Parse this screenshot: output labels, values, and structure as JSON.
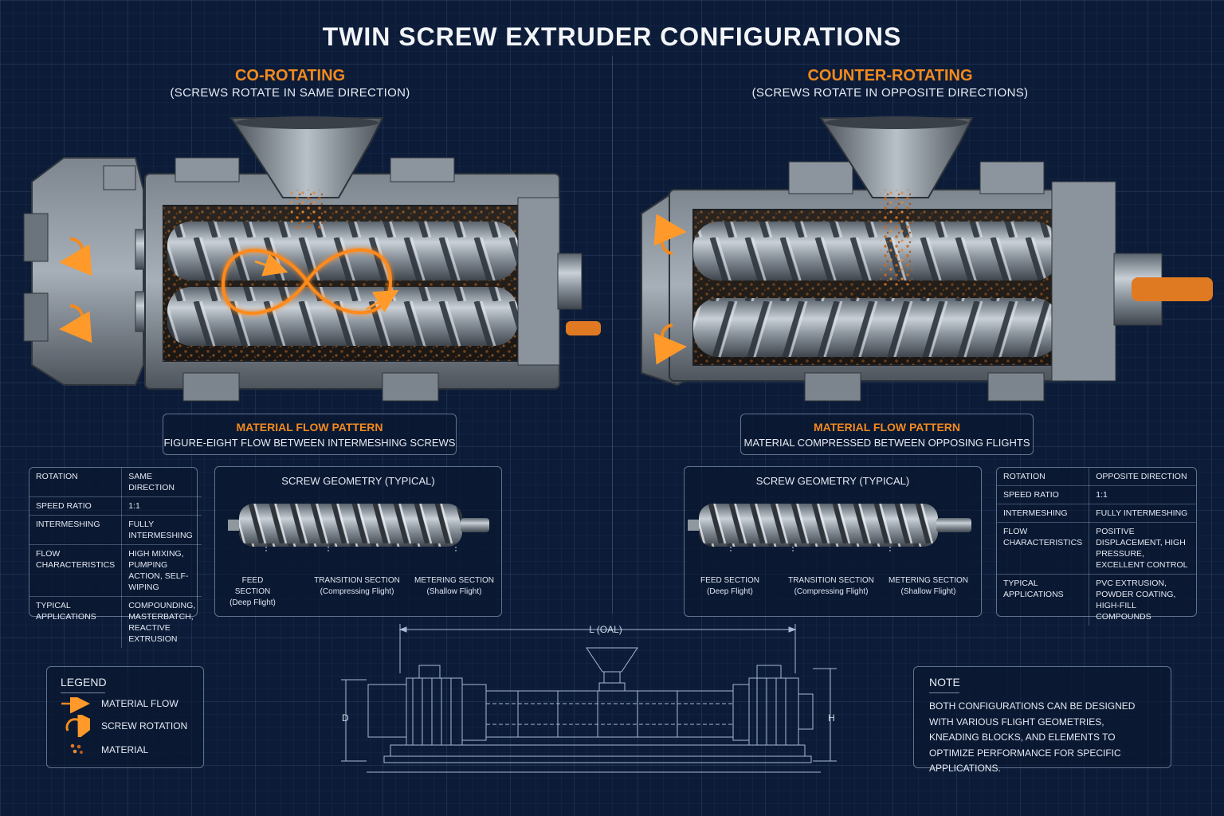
{
  "title": "TWIN SCREW EXTRUDER CONFIGURATIONS",
  "co": {
    "heading": "CO-ROTATING",
    "subheading": "(SCREWS ROTATE IN SAME DIRECTION)",
    "flow": {
      "heading": "MATERIAL FLOW PATTERN",
      "text": "FIGURE-EIGHT FLOW BETWEEN INTERMESHING SCREWS"
    },
    "specs": [
      {
        "key": "ROTATION",
        "value": "SAME DIRECTION"
      },
      {
        "key": "SPEED RATIO",
        "value": "1:1"
      },
      {
        "key": "INTERMESHING",
        "value": "FULLY INTERMESHING"
      },
      {
        "key": "FLOW CHARACTERISTICS",
        "value": "HIGH MIXING, PUMPING ACTION, SELF-WIPING"
      },
      {
        "key": "TYPICAL APPLICATIONS",
        "value": "COMPOUNDING, MASTERBATCH, REACTIVE EXTRUSION"
      }
    ],
    "geometry": {
      "title": "SCREW GEOMETRY (TYPICAL)",
      "sections": [
        {
          "name": "FEED SECTION",
          "detail": "(Deep Flight)"
        },
        {
          "name": "TRANSITION SECTION",
          "detail": "(Compressing Flight)"
        },
        {
          "name": "METERING SECTION",
          "detail": "(Shallow Flight)"
        }
      ]
    }
  },
  "counter": {
    "heading": "COUNTER-ROTATING",
    "subheading": "(SCREWS ROTATE IN OPPOSITE DIRECTIONS)",
    "flow": {
      "heading": "MATERIAL FLOW PATTERN",
      "text": "MATERIAL COMPRESSED BETWEEN OPPOSING FLIGHTS"
    },
    "specs": [
      {
        "key": "ROTATION",
        "value": "OPPOSITE DIRECTION"
      },
      {
        "key": "SPEED RATIO",
        "value": "1:1"
      },
      {
        "key": "INTERMESHING",
        "value": "FULLY INTERMESHING"
      },
      {
        "key": "FLOW CHARACTERISTICS",
        "value": "POSITIVE DISPLACEMENT, HIGH PRESSURE, EXCELLENT CONTROL"
      },
      {
        "key": "TYPICAL APPLICATIONS",
        "value": "PVC EXTRUSION, POWDER COATING, HIGH-FILL COMPOUNDS"
      }
    ],
    "geometry": {
      "title": "SCREW GEOMETRY (TYPICAL)",
      "sections": [
        {
          "name": "FEED SECTION",
          "detail": "(Deep Flight)"
        },
        {
          "name": "TRANSITION SECTION",
          "detail": "(Compressing Flight)"
        },
        {
          "name": "METERING SECTION",
          "detail": "(Shallow Flight)"
        }
      ]
    }
  },
  "legend": {
    "title": "LEGEND",
    "items": [
      "MATERIAL FLOW",
      "SCREW ROTATION",
      "MATERIAL"
    ]
  },
  "drawing": {
    "length_label": "L (OAL)",
    "d_label": "D",
    "h_label": "H"
  },
  "note": {
    "title": "NOTE",
    "text": "BOTH CONFIGURATIONS CAN BE DESIGNED WITH VARIOUS FLIGHT GEOMETRIES, KNEADING BLOCKS, AND ELEMENTS TO OPTIMIZE PERFORMANCE FOR SPECIFIC APPLICATIONS."
  },
  "colors": {
    "accent": "#f28a1e",
    "background": "#0c1c38",
    "steel": "#9aa3ad"
  }
}
